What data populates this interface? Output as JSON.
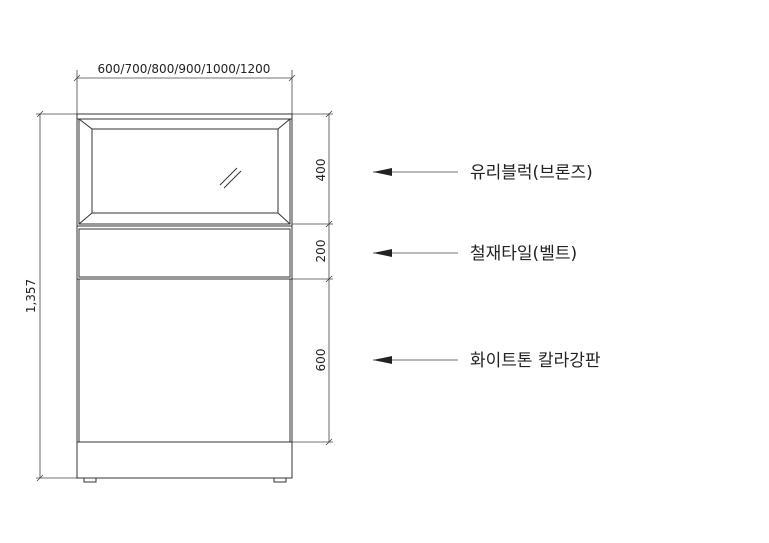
{
  "dimensions": {
    "width_options": "600/700/800/900/1000/1200",
    "total_height": "1,357",
    "section_heights": [
      "400",
      "200",
      "600"
    ]
  },
  "callouts": [
    "유리블럭(브론즈)",
    "철재타일(벨트)",
    "화이트톤 칼라강판"
  ]
}
